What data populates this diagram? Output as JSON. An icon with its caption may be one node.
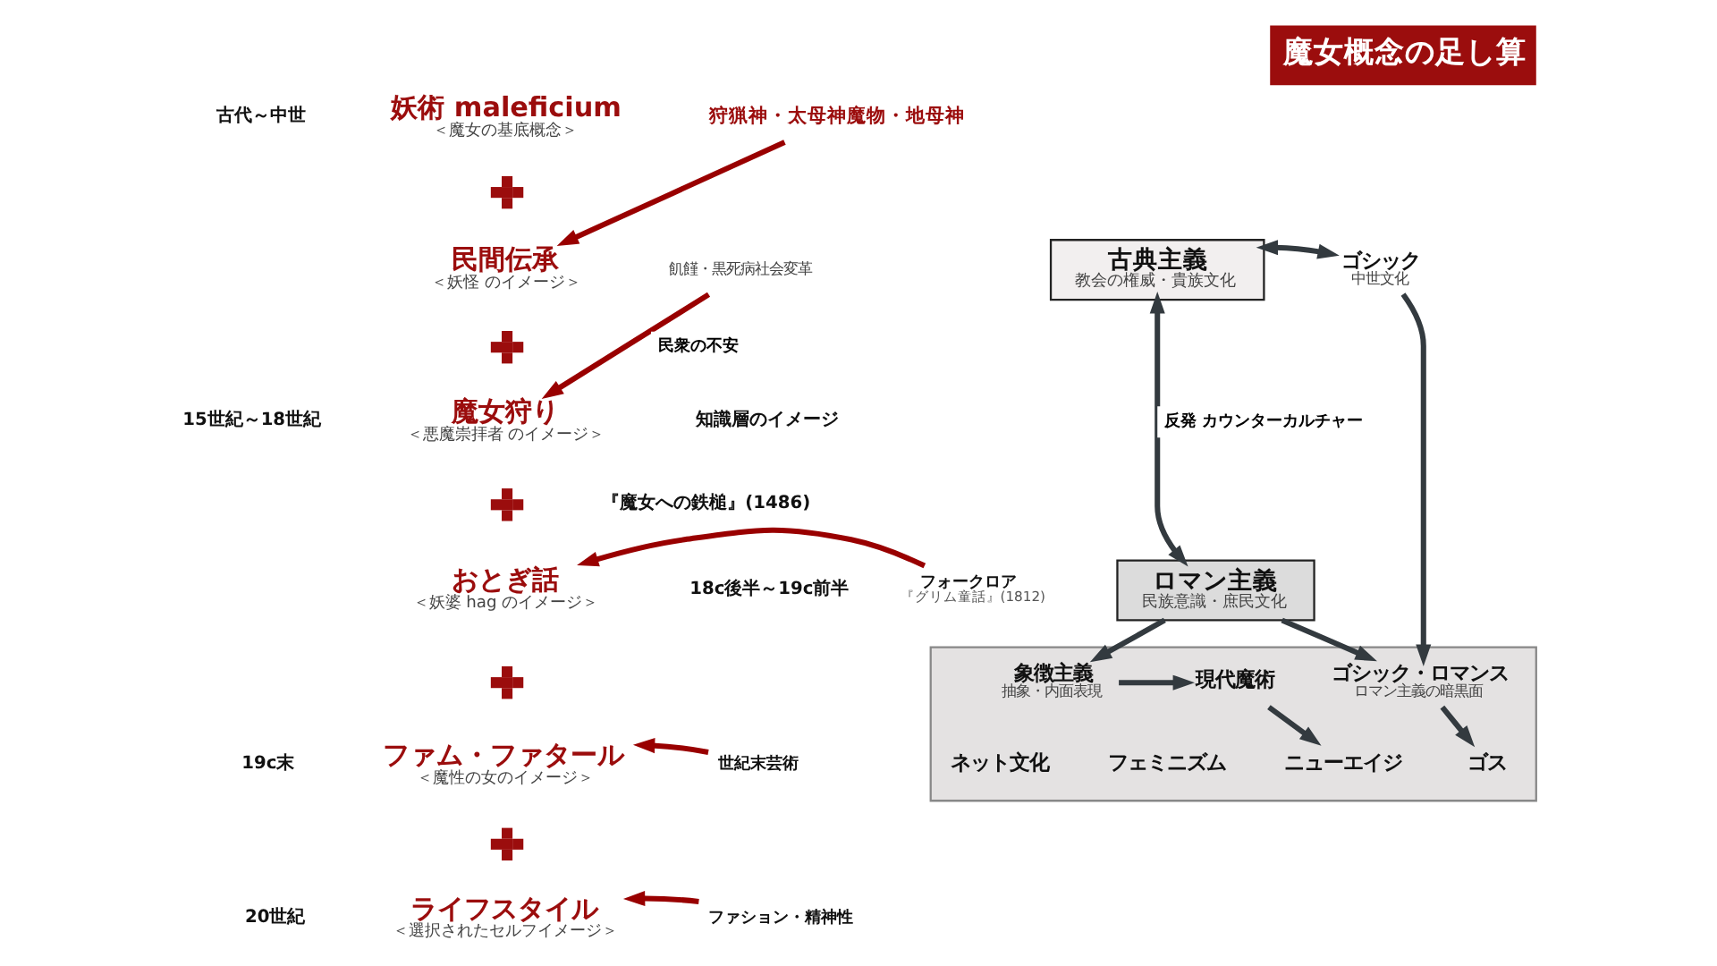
{
  "diagram": {
    "title": "魔女概念の足し算",
    "nodes": [
      {
        "text": [
          "妖術 maleficium",
          "＜魔女の基底概念＞"
        ]
      },
      {
        "text": [
          "狩猟神・太母神魔物・地母神"
        ]
      },
      {
        "text": [],
        "shape": "cross"
      },
      {
        "text": [
          "民間伝承",
          "＜妖怪 のイメージ＞"
        ]
      },
      {
        "text": [
          "飢饉・黒死病社会変革"
        ]
      },
      {
        "text": [],
        "shape": "cross"
      },
      {
        "text": [
          "魔女狩り",
          "＜悪魔崇拝者 のイメージ＞"
        ]
      },
      {
        "text": [],
        "shape": "cross"
      },
      {
        "text": [
          "おとぎ話",
          "＜妖婆 hag のイメージ＞"
        ]
      },
      {
        "text": [
          "フォークロア",
          "『グリム童話』(1812)"
        ]
      },
      {
        "text": [],
        "shape": "cross"
      },
      {
        "text": [
          "ファム・ファタール",
          "＜魔性の女のイメージ＞"
        ]
      },
      {
        "text": [
          "世紀末芸術"
        ]
      },
      {
        "text": [],
        "shape": "cross"
      },
      {
        "text": [
          "ライフスタイル",
          "＜選択されたセルフイメージ＞"
        ]
      },
      {
        "text": [
          "ファション・精神性"
        ]
      },
      {
        "text": [
          "古典主義",
          "教会の権威・貴族文化"
        ]
      },
      {
        "text": [
          "ゴシック",
          "中世文化"
        ]
      },
      {
        "text": [
          "ロマン主義",
          "民族意識・庶民文化"
        ]
      },
      {
        "text": [],
        "shape": "box"
      },
      {
        "text": [
          "ゴシック・ロマンス",
          "ロマン主義の暗黒面"
        ],
        "in": 19
      },
      {
        "text": [
          "象徴主義",
          "抽象・内面表現"
        ],
        "in": 19
      },
      {
        "text": [
          "現代魔術"
        ],
        "in": 19
      },
      {
        "text": [
          "フェミニズム"
        ],
        "in": 19
      },
      {
        "text": [
          "ネット文化"
        ],
        "in": 19
      },
      {
        "text": [
          "ニューエイジ"
        ],
        "in": 19
      },
      {
        "text": [
          "ゴス"
        ],
        "in": 19
      }
    ],
    "edges": [
      {
        "from": 1,
        "to": 3,
        "arrow": "to",
        "color": "#990000"
      },
      {
        "from": 4,
        "to": 6,
        "arrow": "to",
        "label": "民衆の不安",
        "color": "#990000"
      },
      {
        "from": 9,
        "to": 8,
        "arrow": "to",
        "color": "#990000"
      },
      {
        "from": 12,
        "to": 11,
        "arrow": "to",
        "color": "#990000"
      },
      {
        "from": 15,
        "to": 14,
        "arrow": "to",
        "color": "#990000"
      },
      {
        "from": 16,
        "to": 17,
        "arrow": "both"
      },
      {
        "from": 16,
        "to": 18,
        "arrow": "both",
        "label": "反発 カウンターカルチャー"
      },
      {
        "from": 17,
        "to": 20,
        "arrow": "to"
      },
      {
        "from": 18,
        "to": 20,
        "arrow": "to"
      },
      {
        "from": 18,
        "to": 21,
        "arrow": "to"
      },
      {
        "from": 21,
        "to": 22,
        "arrow": "to"
      },
      {
        "from": 22,
        "to": 25,
        "arrow": "to"
      },
      {
        "from": 20,
        "to": 26,
        "arrow": "to"
      }
    ],
    "labels": [
      "古代～中世",
      "15世紀～18世紀",
      "知識層のイメージ",
      "『魔女への鉄槌』(1486)",
      "18c後半～19c前半",
      "19c末",
      "20世紀"
    ]
  }
}
